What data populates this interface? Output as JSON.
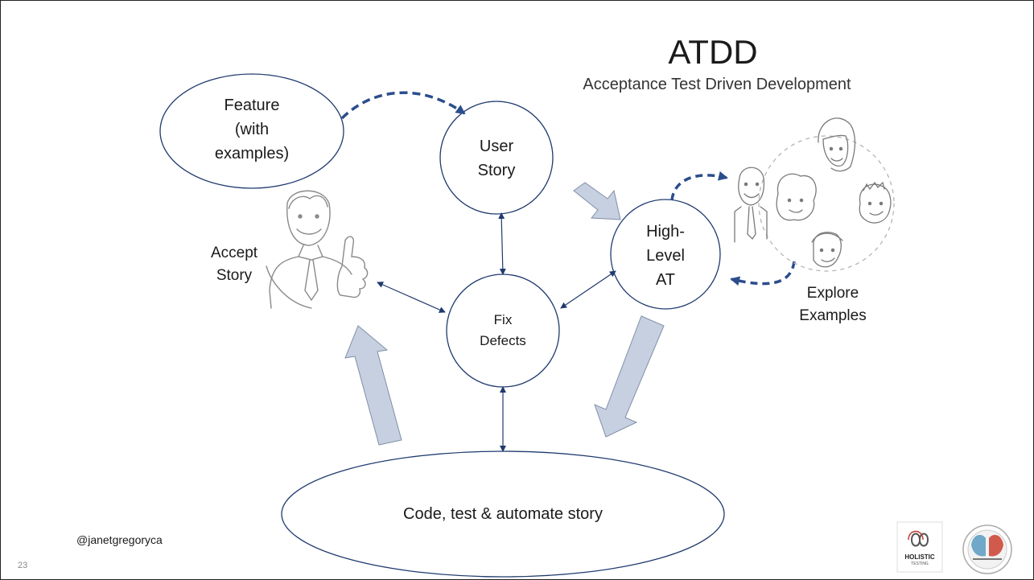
{
  "slide": {
    "title": "ATDD",
    "subtitle": "Acceptance Test Driven Development",
    "handle": "@janetgregoryca",
    "page_number": "23"
  },
  "nodes": {
    "feature": "Feature\n(with\nexamples)",
    "user_story": "User\nStory",
    "high_level_at": "High-\nLevel\nAT",
    "fix_defects": "Fix\nDefects",
    "code_test": "Code, test & automate story"
  },
  "labels": {
    "accept_story": "Accept\nStory",
    "explore_examples": "Explore\nExamples"
  },
  "logos": {
    "holistic": "HOLISTIC",
    "holistic_sub": "TESTING"
  },
  "colors": {
    "line": "#1f3a6e",
    "dashed": "#2b4d8c",
    "block_arrow_fill": "#c7d0e0",
    "block_arrow_stroke": "#7f8fa8"
  }
}
